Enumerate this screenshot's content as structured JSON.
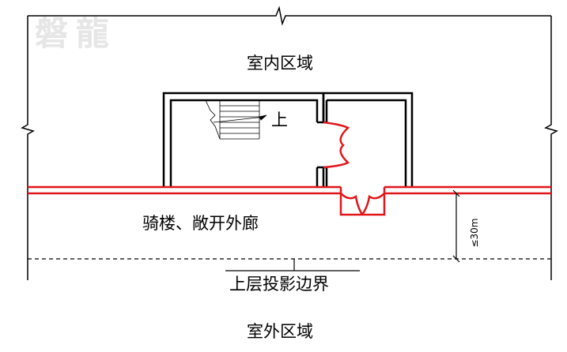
{
  "watermark": "磐龍",
  "labels": {
    "indoor": "室内区域",
    "stair_up": "上",
    "arcade": "骑楼、敞开外廊",
    "upper_boundary": "上层投影边界",
    "outdoor": "室外区域",
    "dimension": "≤30m"
  },
  "colors": {
    "line": "#000000",
    "highlight": "#e0161a",
    "watermark": "#e6e6e6"
  }
}
